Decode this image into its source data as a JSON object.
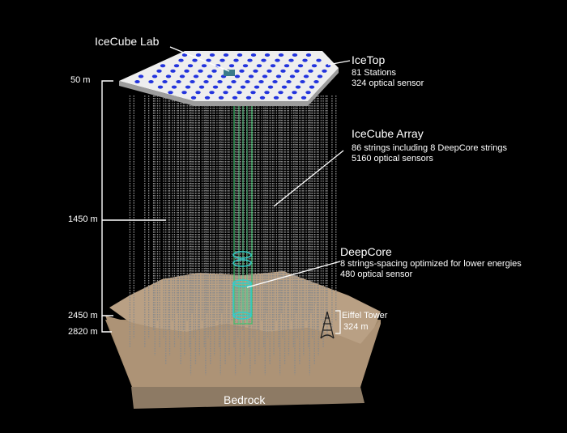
{
  "labels": {
    "lab": "IceCube Lab",
    "icetop_title": "IceTop",
    "icetop_line1": "81 Stations",
    "icetop_line2": "324 optical sensor",
    "array_title": "IceCube Array",
    "array_line1": "86 strings including 8 DeepCore strings",
    "array_line2": "5160 optical sensors",
    "deepcore_title": "DeepCore",
    "deepcore_line1": "8 strings-spacing optimized for lower energies",
    "deepcore_line2": "480 optical sensor",
    "eiffel_title": "Eiffel Tower",
    "eiffel_height": "324 m",
    "bedrock": "Bedrock"
  },
  "depths": [
    "50 m",
    "1450 m",
    "2450 m",
    "2820 m"
  ],
  "colors": {
    "background": "#000000",
    "surface": "#eeeeee",
    "dots": "#2233dd",
    "strings": "#8a8a8a",
    "deepcore": "#33cc66",
    "deepcore_ring": "#33cccc",
    "ground_top": "#b9a084",
    "ground_side": "#9e8568",
    "bedrock": "#8d7a64"
  }
}
